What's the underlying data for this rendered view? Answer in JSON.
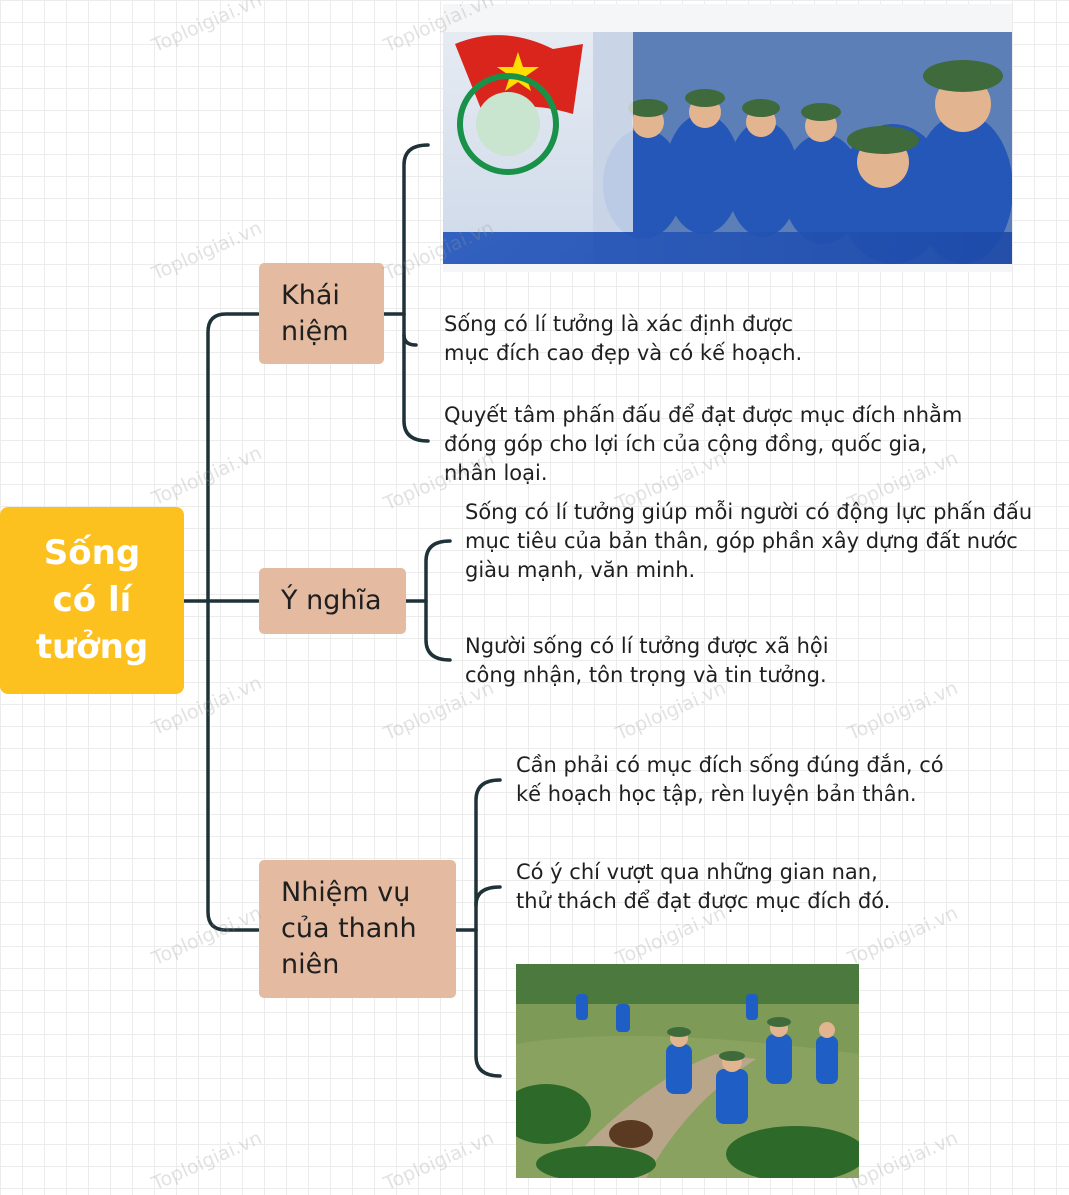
{
  "root": {
    "label": "Sống có lí tưởng"
  },
  "branches": [
    {
      "label": "Khái niệm",
      "leaves": [
        "Sống có lí tưởng là xác định được\nmục đích cao đẹp và có kế hoạch.",
        " Quyết tâm phấn đấu để đạt được mục đích nhằm\nđóng góp cho lợi ích của cộng đồng, quốc gia,\nnhân loại."
      ]
    },
    {
      "label": "Ý nghĩa",
      "leaves": [
        "Sống có lí tưởng giúp mỗi người có động lực phấn đấu\nmục tiêu của bản thân, góp phần xây dựng đất nước\ngiàu mạnh, văn minh.",
        "Người sống có lí tưởng được xã hội\ncông nhận, tôn trọng và tin tưởng."
      ]
    },
    {
      "label": "Nhiệm vụ của thanh niên",
      "leaves": [
        "Cần phải có mục đích sống đúng đắn, có\nkế hoạch học tập, rèn luyện bản thân.",
        "Có ý chí vượt qua những gian nan,\nthử thách để đạt được mục đích đó."
      ]
    }
  ],
  "watermark": "Toploigiai.vn",
  "colors": {
    "root": "#fcc11f",
    "branch": "#e4bba1",
    "connector": "#1e3238"
  }
}
